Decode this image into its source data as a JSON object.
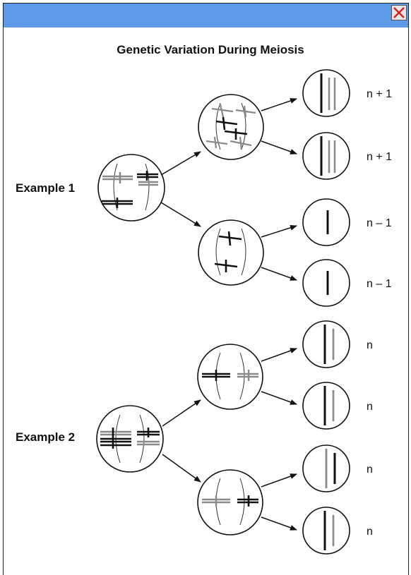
{
  "diagram": {
    "title": "Genetic Variation During Meiosis",
    "examples": [
      {
        "label": "Example 1",
        "results": [
          "n + 1",
          "n + 1",
          "n – 1",
          "n – 1"
        ]
      },
      {
        "label": "Example 2",
        "results": [
          "n",
          "n",
          "n",
          "n"
        ]
      }
    ]
  },
  "colors": {
    "titlebar": "#5d9be9",
    "close_icon": "#d42020",
    "dark_chromosome": "#111111",
    "light_chromosome": "#8a8a8a"
  },
  "icons": {
    "close": "close-icon"
  }
}
